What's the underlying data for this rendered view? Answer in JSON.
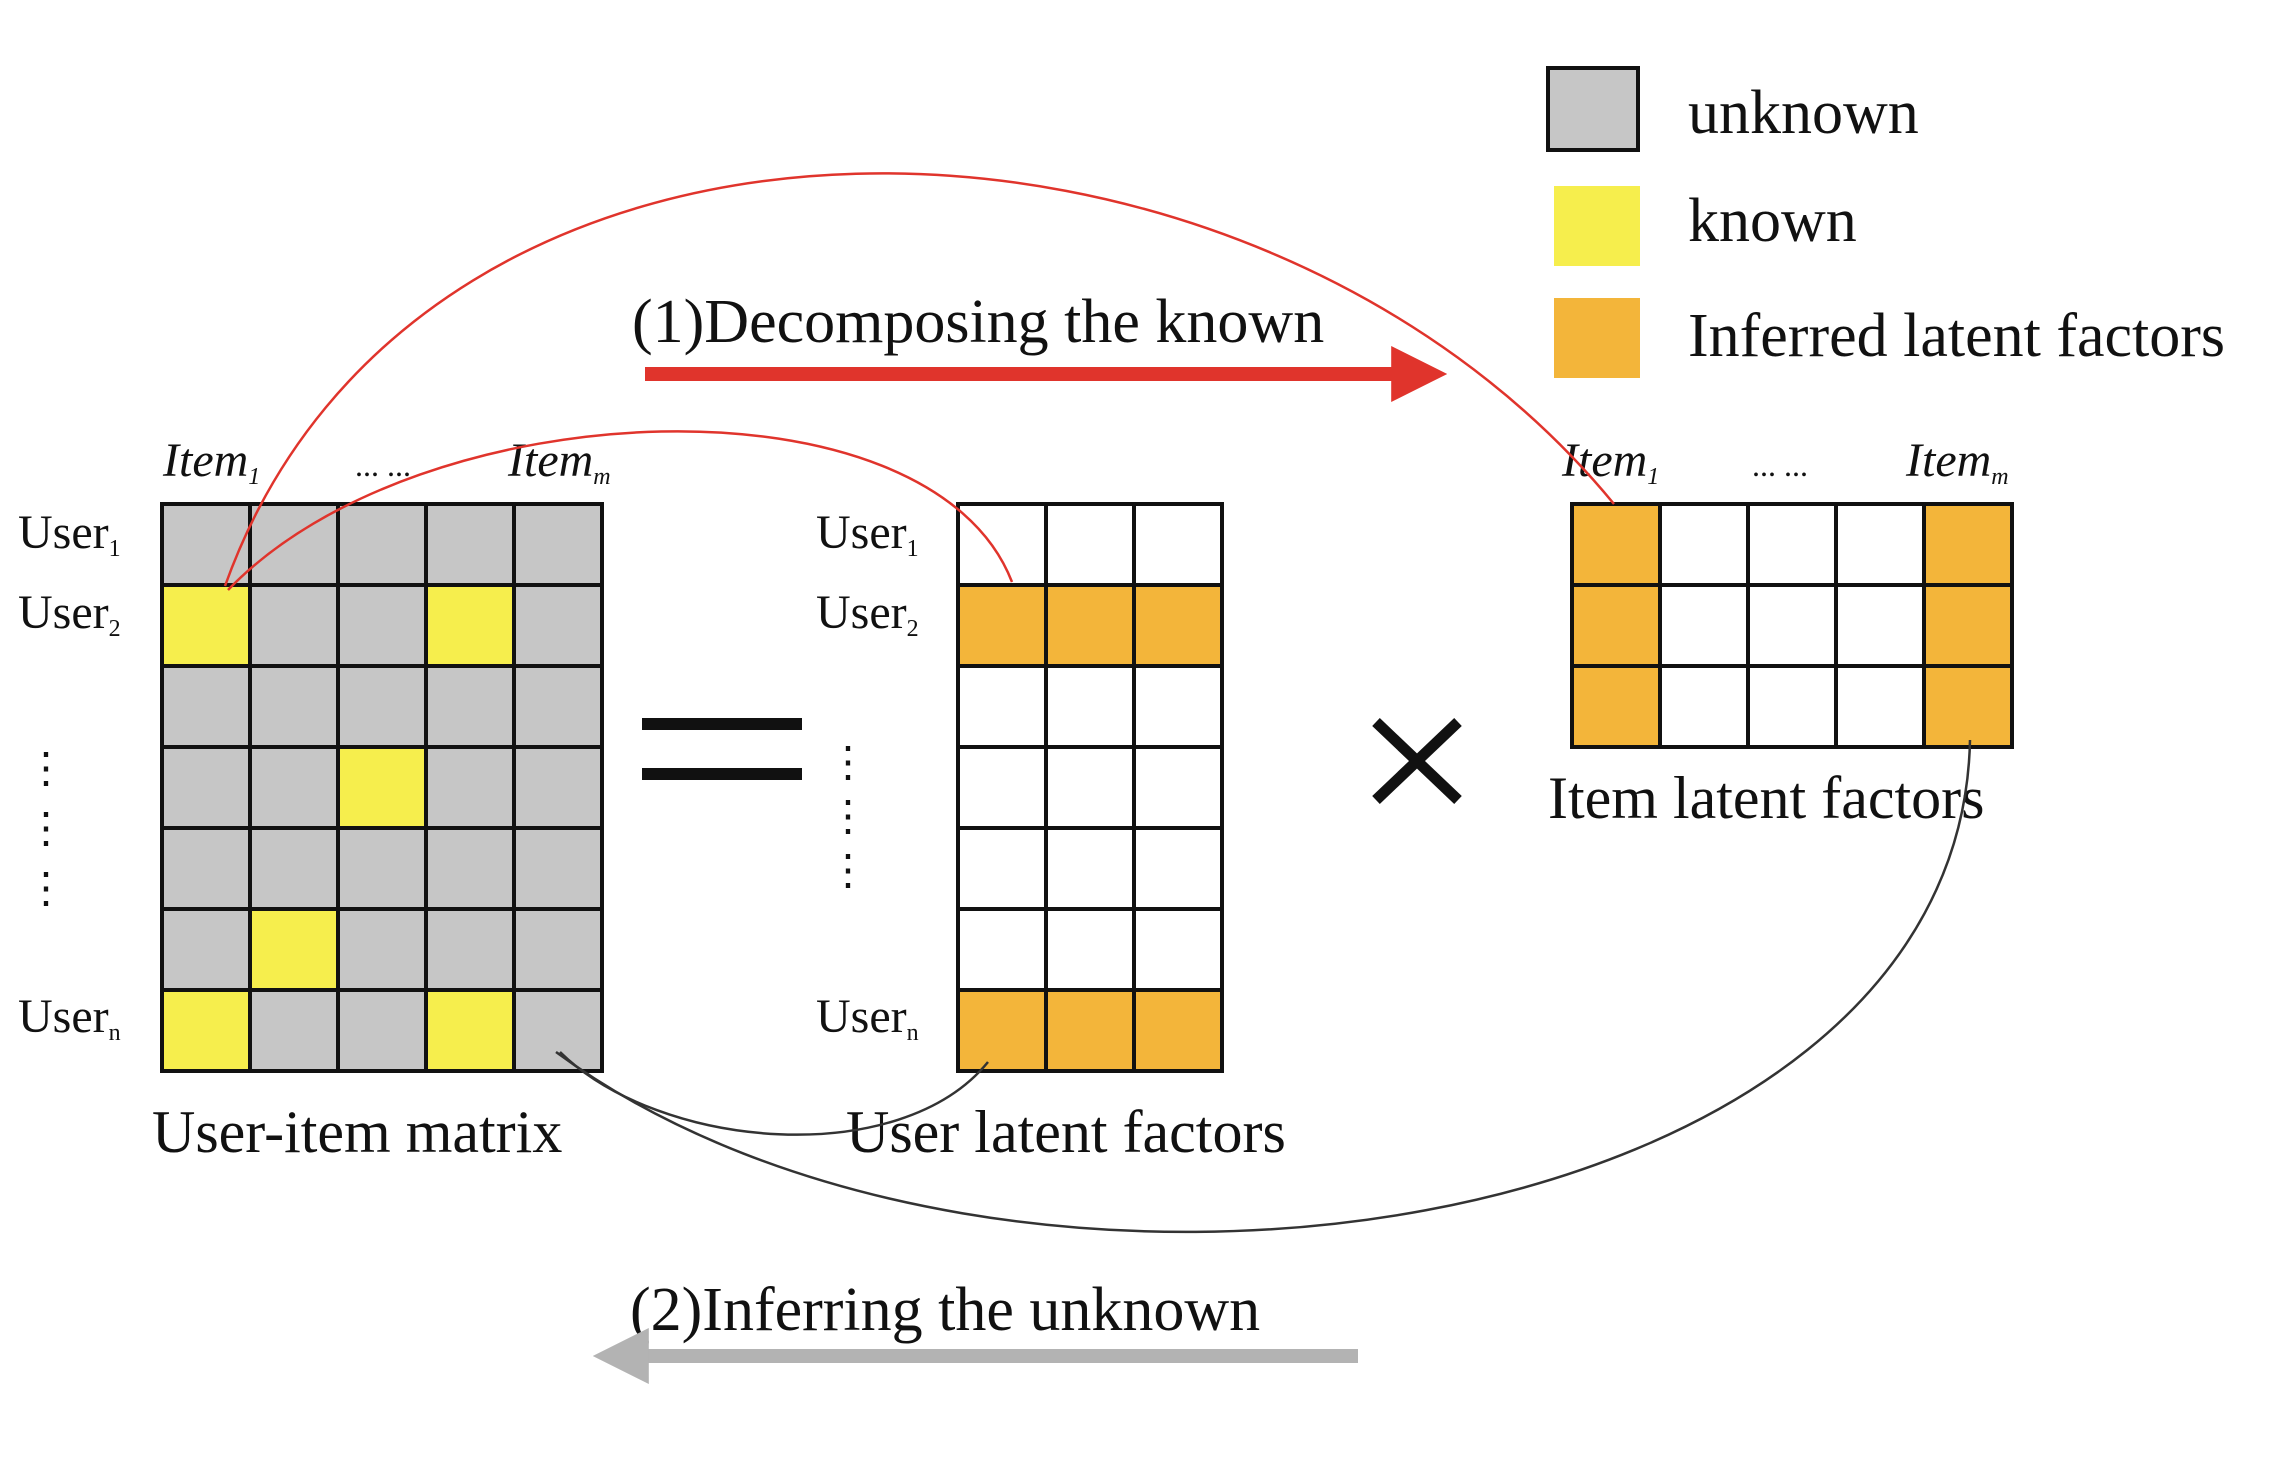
{
  "legend": {
    "items": [
      {
        "label": "unknown",
        "color": "#c6c6c6",
        "key": "unknown"
      },
      {
        "label": "known",
        "color": "#f6ee4d",
        "key": "known"
      },
      {
        "label": "Inferred latent factors",
        "color": "#f3b53a",
        "key": "inferred"
      }
    ]
  },
  "steps": {
    "decompose": "(1)Decomposing the known",
    "infer": "(2)Inferring the unknown"
  },
  "operators": {
    "equals": "=",
    "times": "×"
  },
  "colors": {
    "unknown": "#c6c6c6",
    "known": "#f6ee4d",
    "inferred": "#f3b53a",
    "empty": "#ffffff",
    "decompose_arrow": "#e0342c",
    "infer_arrow": "#b3b3b3",
    "link_red": "#e0342c",
    "link_dark": "#333333"
  },
  "user_item_matrix": {
    "caption": "User-item matrix",
    "item_first": {
      "base": "Item",
      "sub": "1"
    },
    "item_dots": "... ...",
    "item_last": {
      "base": "Item",
      "sub": "m"
    },
    "row_labels": [
      {
        "base": "User",
        "sub": "1"
      },
      {
        "base": "User",
        "sub": "2"
      },
      {
        "base": "User",
        "sub": "n"
      }
    ],
    "ellipsis": [
      "⋮",
      "⋮",
      "⋮"
    ],
    "cells": [
      [
        "unknown",
        "unknown",
        "unknown",
        "unknown",
        "unknown"
      ],
      [
        "known",
        "unknown",
        "unknown",
        "known",
        "unknown"
      ],
      [
        "unknown",
        "unknown",
        "unknown",
        "unknown",
        "unknown"
      ],
      [
        "unknown",
        "unknown",
        "known",
        "unknown",
        "unknown"
      ],
      [
        "unknown",
        "unknown",
        "unknown",
        "unknown",
        "unknown"
      ],
      [
        "unknown",
        "known",
        "unknown",
        "unknown",
        "unknown"
      ],
      [
        "known",
        "unknown",
        "unknown",
        "known",
        "unknown"
      ]
    ]
  },
  "user_latent": {
    "caption": "User latent factors",
    "row_labels": [
      {
        "base": "User",
        "sub": "1"
      },
      {
        "base": "User",
        "sub": "2"
      },
      {
        "base": "User",
        "sub": "n"
      }
    ],
    "ellipsis": [
      "⋮",
      "⋮",
      "⋮"
    ],
    "cells": [
      [
        "empty",
        "empty",
        "empty"
      ],
      [
        "inferred",
        "inferred",
        "inferred"
      ],
      [
        "empty",
        "empty",
        "empty"
      ],
      [
        "empty",
        "empty",
        "empty"
      ],
      [
        "empty",
        "empty",
        "empty"
      ],
      [
        "empty",
        "empty",
        "empty"
      ],
      [
        "inferred",
        "inferred",
        "inferred"
      ]
    ]
  },
  "item_latent": {
    "caption": "Item latent factors",
    "item_first": {
      "base": "Item",
      "sub": "1"
    },
    "item_dots": "... ...",
    "item_last": {
      "base": "Item",
      "sub": "m"
    },
    "cells": [
      [
        "inferred",
        "empty",
        "empty",
        "empty",
        "inferred"
      ],
      [
        "inferred",
        "empty",
        "empty",
        "empty",
        "inferred"
      ],
      [
        "inferred",
        "empty",
        "empty",
        "empty",
        "inferred"
      ]
    ]
  }
}
